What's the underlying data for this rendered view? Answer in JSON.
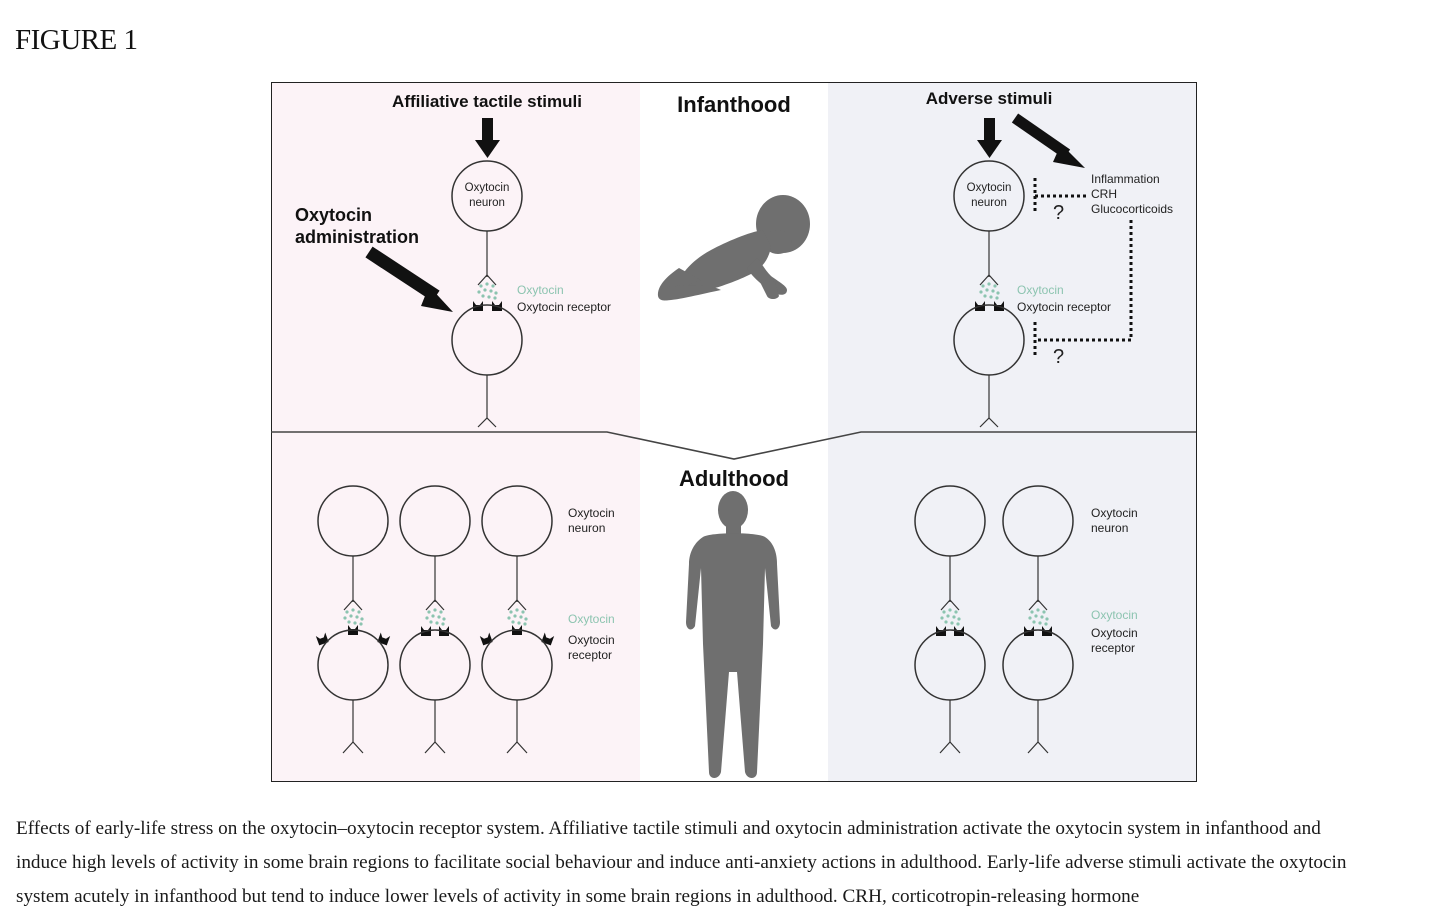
{
  "figure_label": "FIGURE 1",
  "figure": {
    "infanthood_title": "Infanthood",
    "adulthood_title": "Adulthood",
    "left_infant": {
      "stimulus_label": "Affiliative tactile stimuli",
      "admin_label_line1": "Oxytocin",
      "admin_label_line2": "administration",
      "neuron_label_line1": "Oxytocin",
      "neuron_label_line2": "neuron",
      "oxytocin_label": "Oxytocin",
      "receptor_label": "Oxytocin receptor"
    },
    "right_infant": {
      "stimulus_label": "Adverse stimuli",
      "neuron_label_line1": "Oxytocin",
      "neuron_label_line2": "neuron",
      "factor_1": "Inflammation",
      "factor_2": "CRH",
      "factor_3": "Glucocorticoids",
      "question_mark": "?",
      "oxytocin_label": "Oxytocin",
      "receptor_label": "Oxytocin receptor"
    },
    "left_adult": {
      "neuron_label_line1": "Oxytocin",
      "neuron_label_line2": "neuron",
      "oxytocin_label": "Oxytocin",
      "receptor_label_line1": "Oxytocin",
      "receptor_label_line2": "receptor"
    },
    "right_adult": {
      "neuron_label_line1": "Oxytocin",
      "neuron_label_line2": "neuron",
      "oxytocin_label": "Oxytocin",
      "receptor_label_line1": "Oxytocin",
      "receptor_label_line2": "receptor"
    },
    "colors": {
      "left_panel_bg": "#fcf3f7",
      "right_panel_bg": "#f0f1f6",
      "oxytocin_dots": "#8cc4b0",
      "silhouette": "#6f6f6f",
      "stroke": "#333333"
    }
  },
  "caption": {
    "line1": "Effects of early-life stress on the oxytocin–oxytocin receptor system. Affiliative tactile stimuli and oxytocin administration activate the oxytocin system in infanthood and",
    "line2": "induce high levels of activity in some brain regions to facilitate social behaviour and induce anti-anxiety actions in adulthood. Early-life adverse stimuli activate the oxytocin",
    "line3": "system acutely in infanthood but tend to induce lower levels of activity in some brain regions in adulthood. CRH, corticotropin-releasing hormone"
  }
}
